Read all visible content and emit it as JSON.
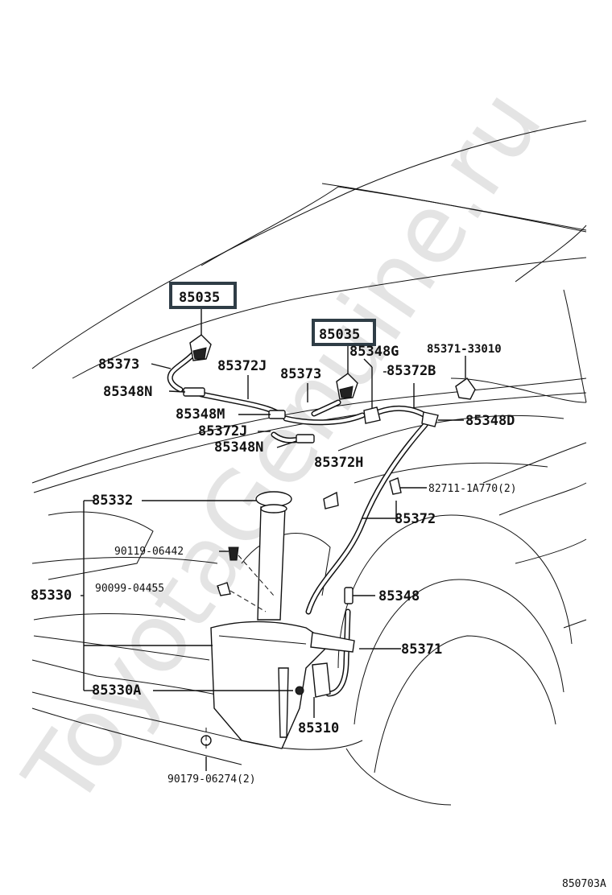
{
  "watermark": "ToyotaGenuine.ru",
  "diagram_code": "850703A",
  "labels": {
    "p85035_a": "85035",
    "p85035_b": "85035",
    "p85373_a": "85373",
    "p85373_b": "85373",
    "p85348N_a": "85348N",
    "p85348N_b": "85348N",
    "p85372J_a": "85372J",
    "p85372J_b": "85372J",
    "p85348M": "85348M",
    "p85372H": "85372H",
    "p85348G": "85348G",
    "p85372B": "85372B",
    "p85371_33010": "85371-33010",
    "p85348D": "85348D",
    "p82711": "82711-1A770(2)",
    "p85372": "85372",
    "p85332": "85332",
    "p90119": "90119-06442",
    "p90099": "90099-04455",
    "p85330": "85330",
    "p85348": "85348",
    "p85371": "85371",
    "p85330A": "85330A",
    "p85310": "85310",
    "p90179": "90179-06274(2)"
  }
}
